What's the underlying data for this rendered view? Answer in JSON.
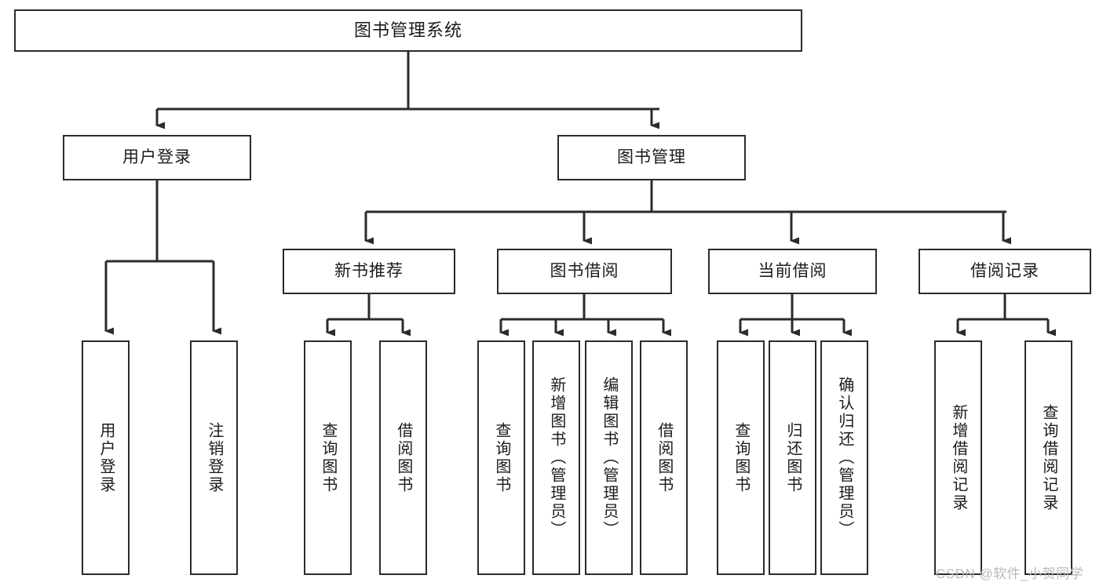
{
  "diagram": {
    "title": "图书管理系统",
    "type": "hierarchy-tree",
    "levels": 4,
    "colors": {
      "stroke": "#2b2b2b",
      "fill": "#ffffff",
      "text": "#1b1b1b",
      "watermark": "#b9b9b9"
    },
    "root": {
      "label": "图书管理系统"
    },
    "level2": [
      {
        "label": "用户登录"
      },
      {
        "label": "图书管理"
      }
    ],
    "level3": [
      {
        "label": "新书推荐"
      },
      {
        "label": "图书借阅"
      },
      {
        "label": "当前借阅"
      },
      {
        "label": "借阅记录"
      }
    ],
    "leaves": {
      "user_login": [
        {
          "label": "用户登录"
        },
        {
          "label": "注销登录"
        }
      ],
      "new_book_recommend": [
        {
          "label": "查询图书"
        },
        {
          "label": "借阅图书"
        }
      ],
      "book_borrow": [
        {
          "label": "查询图书"
        },
        {
          "label": "新增图书（管理员）"
        },
        {
          "label": "编辑图书（管理员）"
        },
        {
          "label": "借阅图书"
        }
      ],
      "current_borrow": [
        {
          "label": "查询图书"
        },
        {
          "label": "归还图书"
        },
        {
          "label": "确认归还（管理员）"
        }
      ],
      "borrow_record": [
        {
          "label": "新增借阅记录"
        },
        {
          "label": "查询借阅记录"
        }
      ]
    },
    "watermark": "CSDN @软件_小贺同学"
  }
}
